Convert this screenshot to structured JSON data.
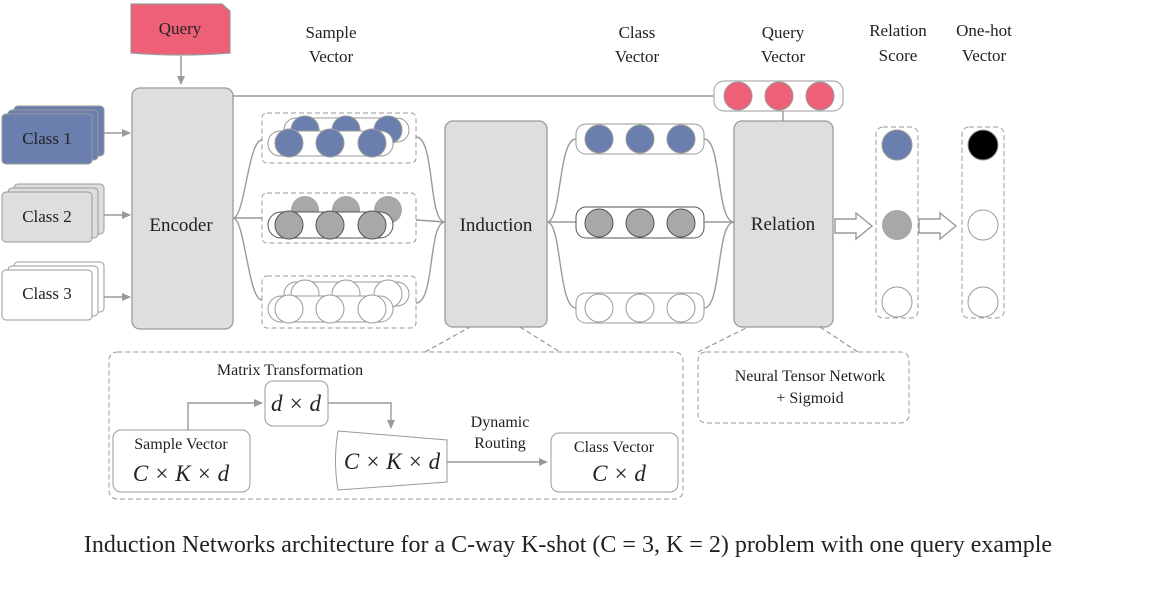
{
  "colors": {
    "query": "#ee5f78",
    "class1": "#6b7fae",
    "class2": "#a8a8a8",
    "class3": "#ffffff",
    "block": "#dedede",
    "arrow": "#9a9a9a",
    "onehot_active": "#000000"
  },
  "inputs": {
    "query": "Query",
    "class1": "Class 1",
    "class2": "Class 2",
    "class3": "Class 3"
  },
  "headers": {
    "sample_vector": [
      "Sample",
      "Vector"
    ],
    "class_vector": [
      "Class",
      "Vector"
    ],
    "query_vector": [
      "Query",
      "Vector"
    ],
    "relation_score": [
      "Relation",
      "Score"
    ],
    "one_hot_vector": [
      "One-hot",
      "Vector"
    ]
  },
  "modules": {
    "encoder": "Encoder",
    "induction": "Induction",
    "relation": "Relation"
  },
  "induction_detail": {
    "matrix_transformation": "Matrix Transformation",
    "matrix_dim": "d × d",
    "sample_vector_label": "Sample Vector",
    "sample_vector_dim": "C × K × d",
    "transformed_dim": "C × K × d",
    "dynamic_routing": [
      "Dynamic",
      "Routing"
    ],
    "class_vector_label": "Class Vector",
    "class_vector_dim": "C × d"
  },
  "relation_detail": [
    "Neural Tensor Network",
    "+ Sigmoid"
  ],
  "caption": "Induction Networks architecture for a C-way K-shot (C = 3, K = 2) problem with one query example"
}
